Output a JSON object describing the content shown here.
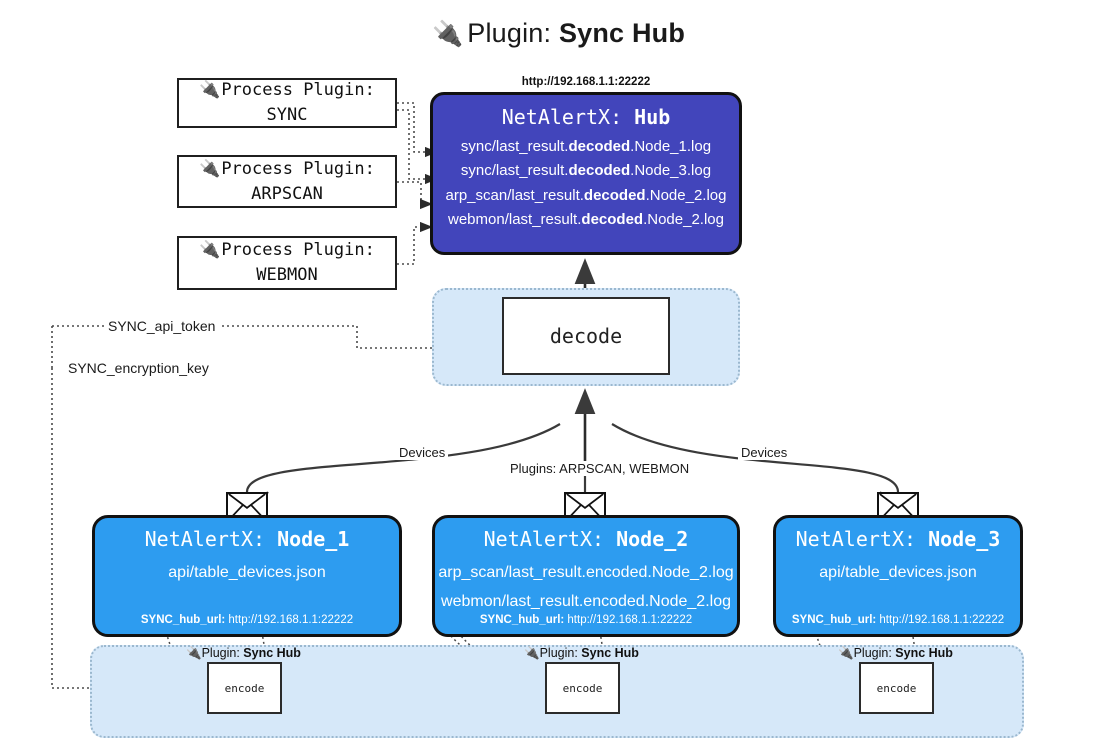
{
  "title": {
    "icon": "plug-icon",
    "lead": "Plugin: ",
    "strong": "Sync Hub"
  },
  "process_plugins": [
    {
      "line1": "Process Plugin:",
      "line2": "SYNC",
      "icon": "plug-icon"
    },
    {
      "line1": "Process Plugin:",
      "line2": "ARPSCAN",
      "icon": "plug-icon"
    },
    {
      "line1": "Process Plugin:",
      "line2": "WEBMON",
      "icon": "plug-icon"
    }
  ],
  "hub": {
    "caption": "http://192.168.1.1:22222",
    "header_prefix": "NetAlertX: ",
    "header_name": "Hub",
    "logs": [
      {
        "pre": "sync/last_result.",
        "mid": "decoded",
        "post": ".Node_1.log"
      },
      {
        "pre": "sync/last_result.",
        "mid": "decoded",
        "post": ".Node_3.log"
      },
      {
        "pre": "arp_scan/last_result.",
        "mid": "decoded",
        "post": ".Node_2.log"
      },
      {
        "pre": "webmon/last_result.",
        "mid": "decoded",
        "post": ".Node_2.log"
      }
    ]
  },
  "decode": {
    "label": "decode"
  },
  "variables": [
    {
      "label": "SYNC_api_token"
    },
    {
      "label": "SYNC_encryption_key"
    }
  ],
  "edge_labels": {
    "left_devices": "Devices",
    "center_plugins": "Plugins: ARPSCAN, WEBMON",
    "right_devices": "Devices"
  },
  "nodes": [
    {
      "header_prefix": "NetAlertX: ",
      "header_name": "Node_1",
      "lines": [
        "api/table_devices.json"
      ],
      "footer_key": "SYNC_hub_url:",
      "footer_value": " http://192.168.1.1:22222"
    },
    {
      "header_prefix": "NetAlertX: ",
      "header_name": "Node_2",
      "lines": [
        "arp_scan/last_result.encoded.Node_2.log",
        "webmon/last_result.encoded.Node_2.log"
      ],
      "footer_key": "SYNC_hub_url:",
      "footer_value": " http://192.168.1.1:22222"
    },
    {
      "header_prefix": "NetAlertX: ",
      "header_name": "Node_3",
      "lines": [
        "api/table_devices.json"
      ],
      "footer_key": "SYNC_hub_url:",
      "footer_value": " http://192.168.1.1:22222"
    }
  ],
  "encoders": [
    {
      "plugin_lead": "Plugin: ",
      "plugin_name": "Sync Hub",
      "label": "encode",
      "icon": "plug-icon"
    },
    {
      "plugin_lead": "Plugin: ",
      "plugin_name": "Sync Hub",
      "label": "encode",
      "icon": "plug-icon"
    },
    {
      "plugin_lead": "Plugin: ",
      "plugin_name": "Sync Hub",
      "label": "encode",
      "icon": "plug-icon"
    }
  ],
  "colors": {
    "hub_fill": "#4245bb",
    "node_fill": "#2d9cf0",
    "container_fill": "#d6e8f9",
    "stroke": "#111111"
  }
}
